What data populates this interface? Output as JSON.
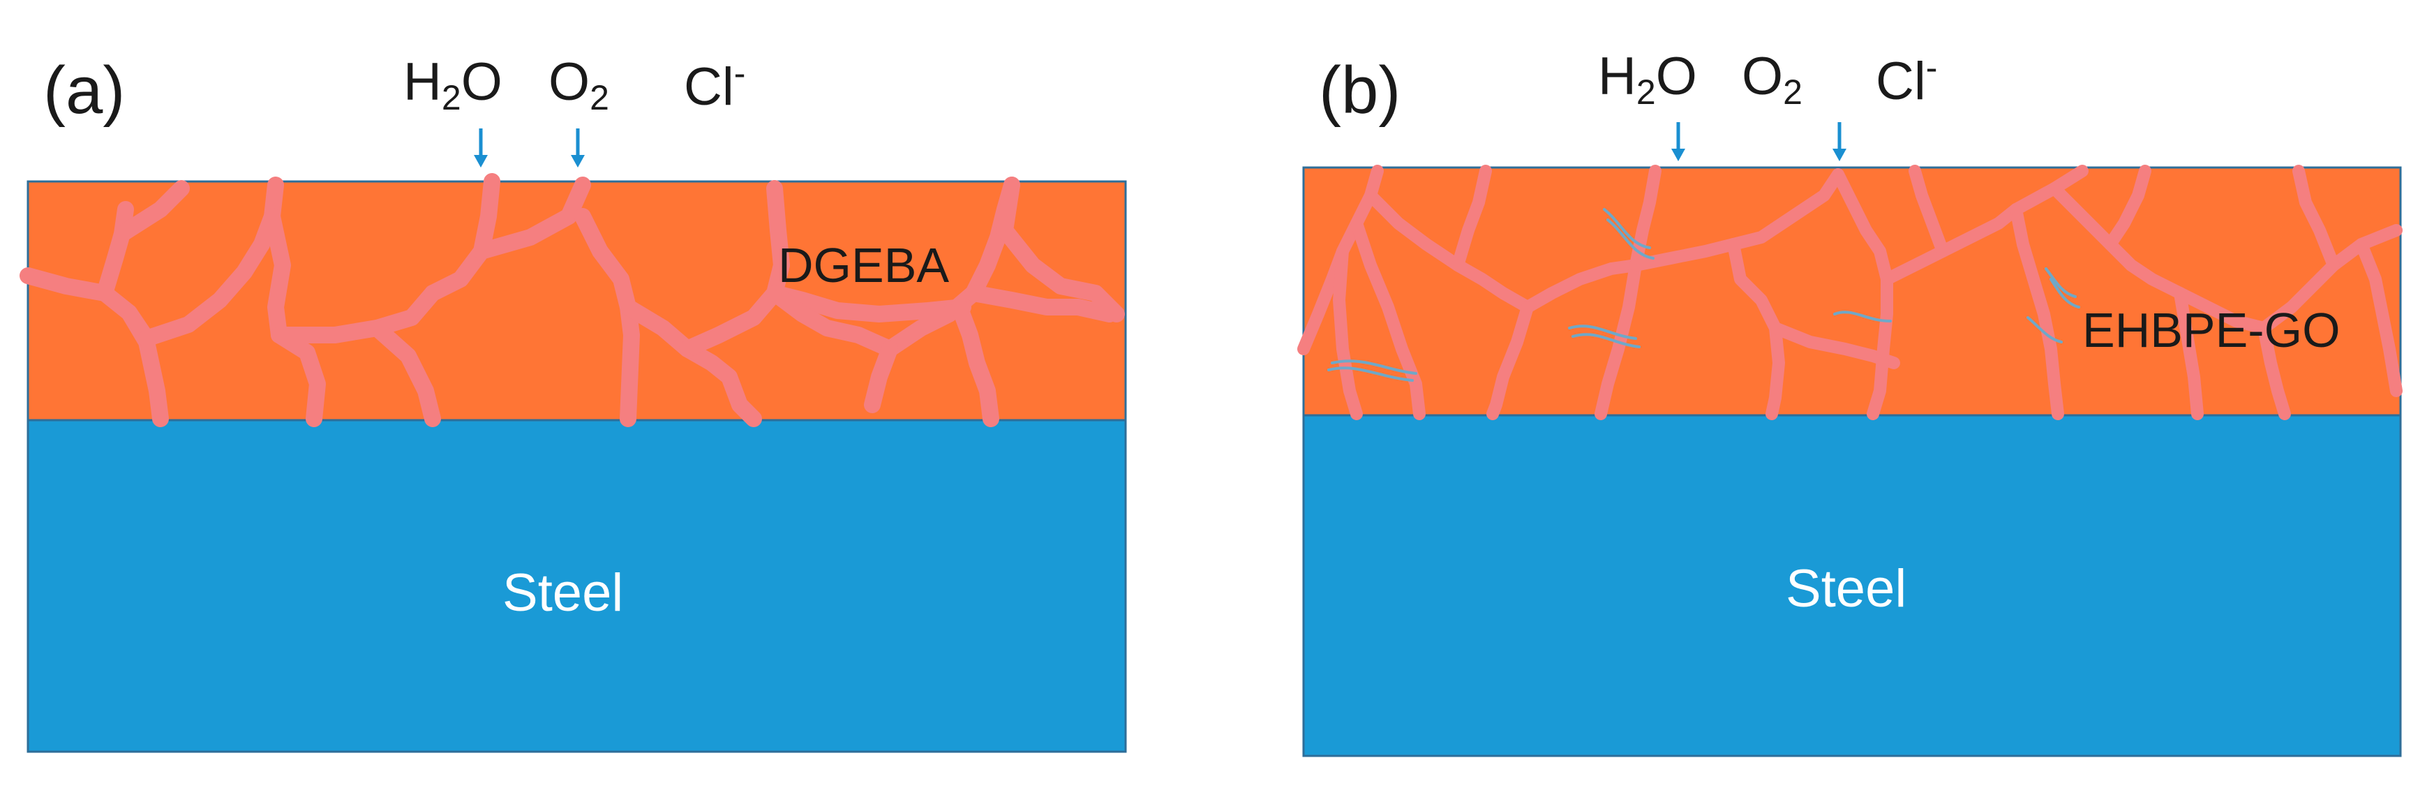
{
  "colors": {
    "coating": "#FF7535",
    "crack": "#F57F80",
    "steel": "#1A9AD6",
    "border": "#2E6E99",
    "arrow": "#1A8FD1",
    "graphene_oxide": "#6FA8C8"
  },
  "icons": {
    "arrow": "arrow-down-icon"
  },
  "panels": [
    {
      "label": "(a)",
      "species": [
        {
          "base": "H",
          "sub": "2",
          "tail": "O"
        },
        {
          "base": "O",
          "sub": "2"
        },
        {
          "base": "Cl",
          "sup": "-"
        }
      ],
      "coating_label": "DGEBA",
      "substrate_label": "Steel"
    },
    {
      "label": "(b)",
      "species": [
        {
          "base": "H",
          "sub": "2",
          "tail": "O"
        },
        {
          "base": "O",
          "sub": "2"
        },
        {
          "base": "Cl",
          "sup": "-"
        }
      ],
      "coating_label": "EHBPE-GO",
      "substrate_label": "Steel"
    }
  ]
}
